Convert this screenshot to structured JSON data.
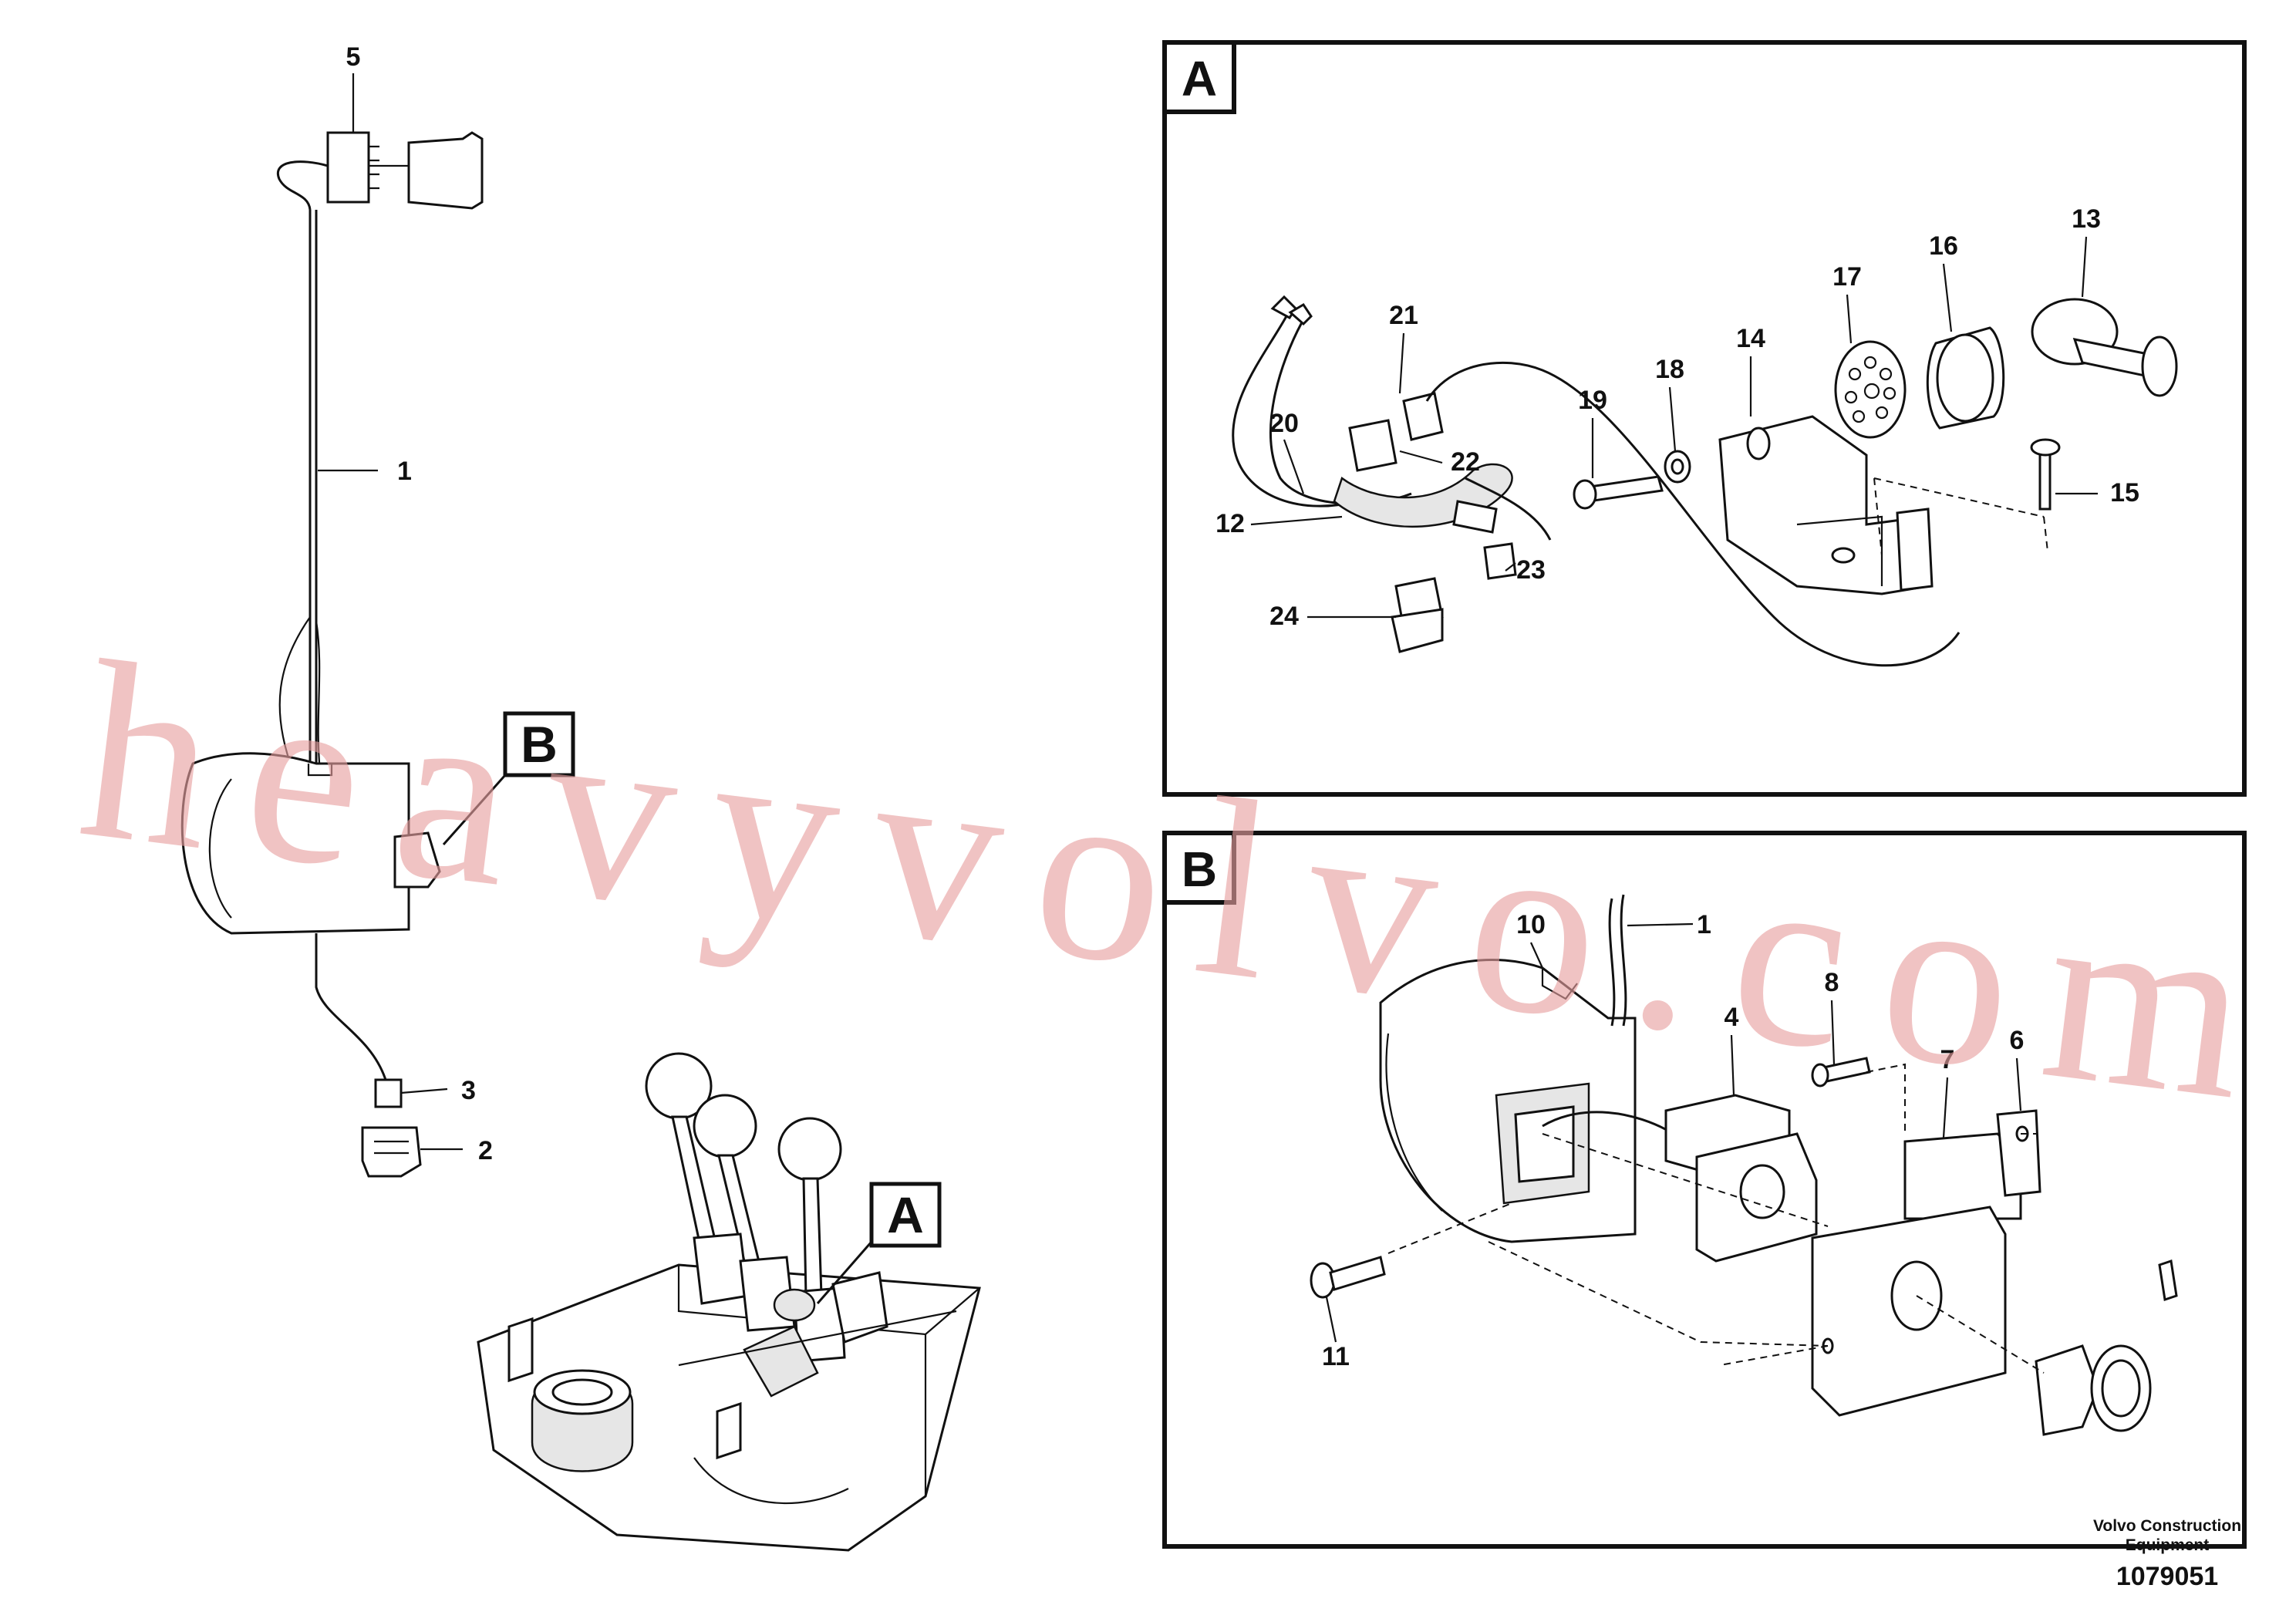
{
  "main_view": {
    "callouts": [
      "1",
      "2",
      "3",
      "5"
    ],
    "detail_markers": [
      "A",
      "B"
    ]
  },
  "inset_a": {
    "title": "A",
    "callouts": [
      "12",
      "13",
      "14",
      "15",
      "16",
      "17",
      "18",
      "19",
      "20",
      "21",
      "22",
      "23",
      "24"
    ]
  },
  "inset_b": {
    "title": "B",
    "callouts": [
      "1",
      "4",
      "6",
      "7",
      "8",
      "10",
      "11"
    ]
  },
  "footer": {
    "company_line1": "Volvo Construction",
    "company_line2": "Equipment",
    "drawing_number": "1079051"
  },
  "watermark": {
    "text": "heavyvolvo.com",
    "color": "#e8a0a0"
  }
}
